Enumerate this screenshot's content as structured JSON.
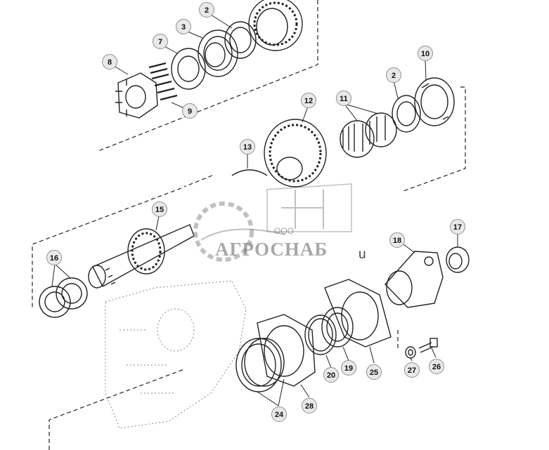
{
  "diagram": {
    "labels": [
      {
        "id": "callout-2-top",
        "text": "2"
      },
      {
        "id": "callout-3",
        "text": "3"
      },
      {
        "id": "callout-7",
        "text": "7"
      },
      {
        "id": "callout-8",
        "text": "8"
      },
      {
        "id": "callout-9",
        "text": "9"
      },
      {
        "id": "callout-10",
        "text": "10"
      },
      {
        "id": "callout-2-mid",
        "text": "2"
      },
      {
        "id": "callout-12",
        "text": "12"
      },
      {
        "id": "callout-11",
        "text": "11"
      },
      {
        "id": "callout-13",
        "text": "13"
      },
      {
        "id": "callout-15",
        "text": "15"
      },
      {
        "id": "callout-16",
        "text": "16"
      },
      {
        "id": "callout-17",
        "text": "17"
      },
      {
        "id": "callout-18",
        "text": "18"
      },
      {
        "id": "callout-19",
        "text": "19"
      },
      {
        "id": "callout-20",
        "text": "20"
      },
      {
        "id": "callout-24",
        "text": "24"
      },
      {
        "id": "callout-25",
        "text": "25"
      },
      {
        "id": "callout-26",
        "text": "26"
      },
      {
        "id": "callout-27",
        "text": "27"
      },
      {
        "id": "callout-28",
        "text": "28"
      }
    ],
    "watermark": {
      "company": "АГРОСНАБ",
      "prefix": "ООО",
      "suffix": "u"
    }
  }
}
